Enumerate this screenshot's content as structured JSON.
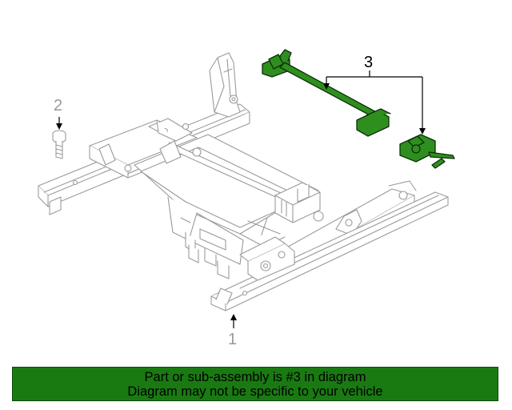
{
  "callouts": {
    "part_1": "1",
    "part_2": "2",
    "part_3": "3"
  },
  "banner": {
    "line1": "Part or sub-assembly is #3 in diagram",
    "line2": "Diagram may not be specific to your vehicle"
  },
  "colors": {
    "line_art": "#9a9a9a",
    "highlight_fill": "#2f8f1e",
    "highlight_stroke": "#0d2f0a",
    "leader": "#000000",
    "banner_bg": "#1a7a12"
  },
  "icons": {
    "frame": "seat-frame-track-assembly",
    "bolt": "bolt",
    "adjuster": "seat-height-adjuster-assembly"
  }
}
